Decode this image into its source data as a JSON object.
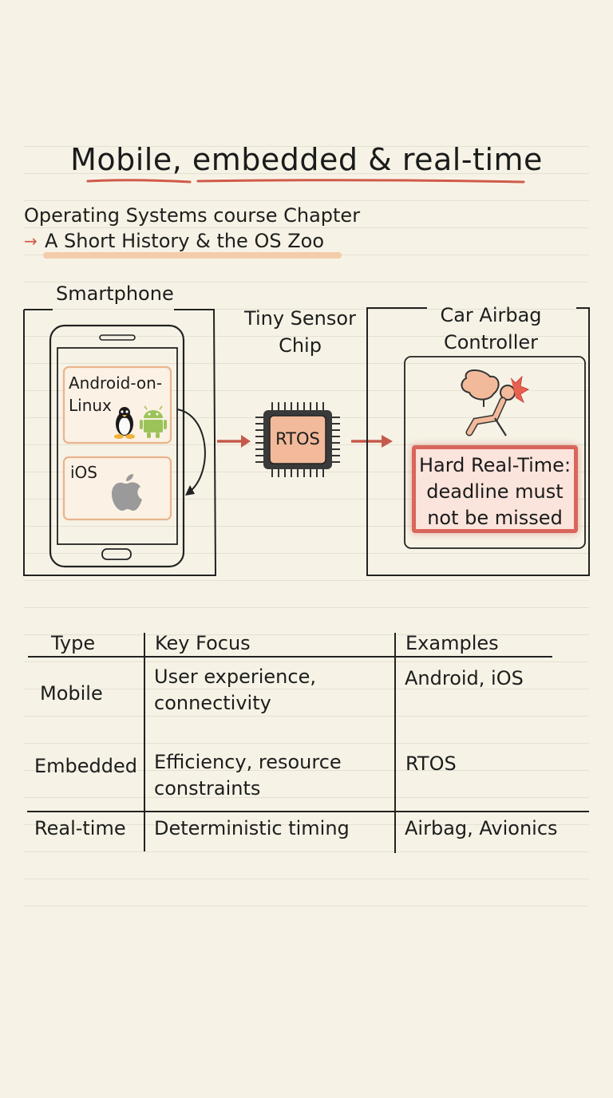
{
  "title": "Mobile, embedded & real-time",
  "subtitle": {
    "line1": "Operating Systems course Chapter",
    "arrow": "→",
    "line2": "A Short History & the OS Zoo"
  },
  "diagram": {
    "smartphone_label": "Smartphone",
    "android_label": "Android-on-Linux",
    "android_line1": "Android-on-",
    "android_line2": "Linux",
    "ios_label": "iOS",
    "sensor_label_line1": "Tiny Sensor",
    "sensor_label_line2": "Chip",
    "rtos_label": "RTOS",
    "car_label_line1": "Car Airbag",
    "car_label_line2": "Controller",
    "hard_rt_line1": "Hard Real-Time:",
    "hard_rt_line2": "deadline must",
    "hard_rt_line3": "not be missed",
    "icons": [
      "linux-penguin-icon",
      "android-icon",
      "apple-icon",
      "airbag-icon",
      "chip-icon"
    ],
    "colors": {
      "accent_red": "#d8665c",
      "orange_box": "#eab48c",
      "chip_fill": "#f2b99a"
    }
  },
  "table": {
    "headers": [
      "Type",
      "Key Focus",
      "Examples"
    ],
    "rows": [
      {
        "type": "Mobile",
        "focus_line1": "User experience,",
        "focus_line2": "connectivity",
        "examples": "Android, iOS"
      },
      {
        "type": "Embedded",
        "focus_line1": "Efficiency, resource",
        "focus_line2": "constraints",
        "examples": "RTOS"
      },
      {
        "type": "Real-time",
        "focus_line1": "Deterministic timing",
        "focus_line2": "",
        "examples": "Airbag, Avionics"
      }
    ]
  }
}
